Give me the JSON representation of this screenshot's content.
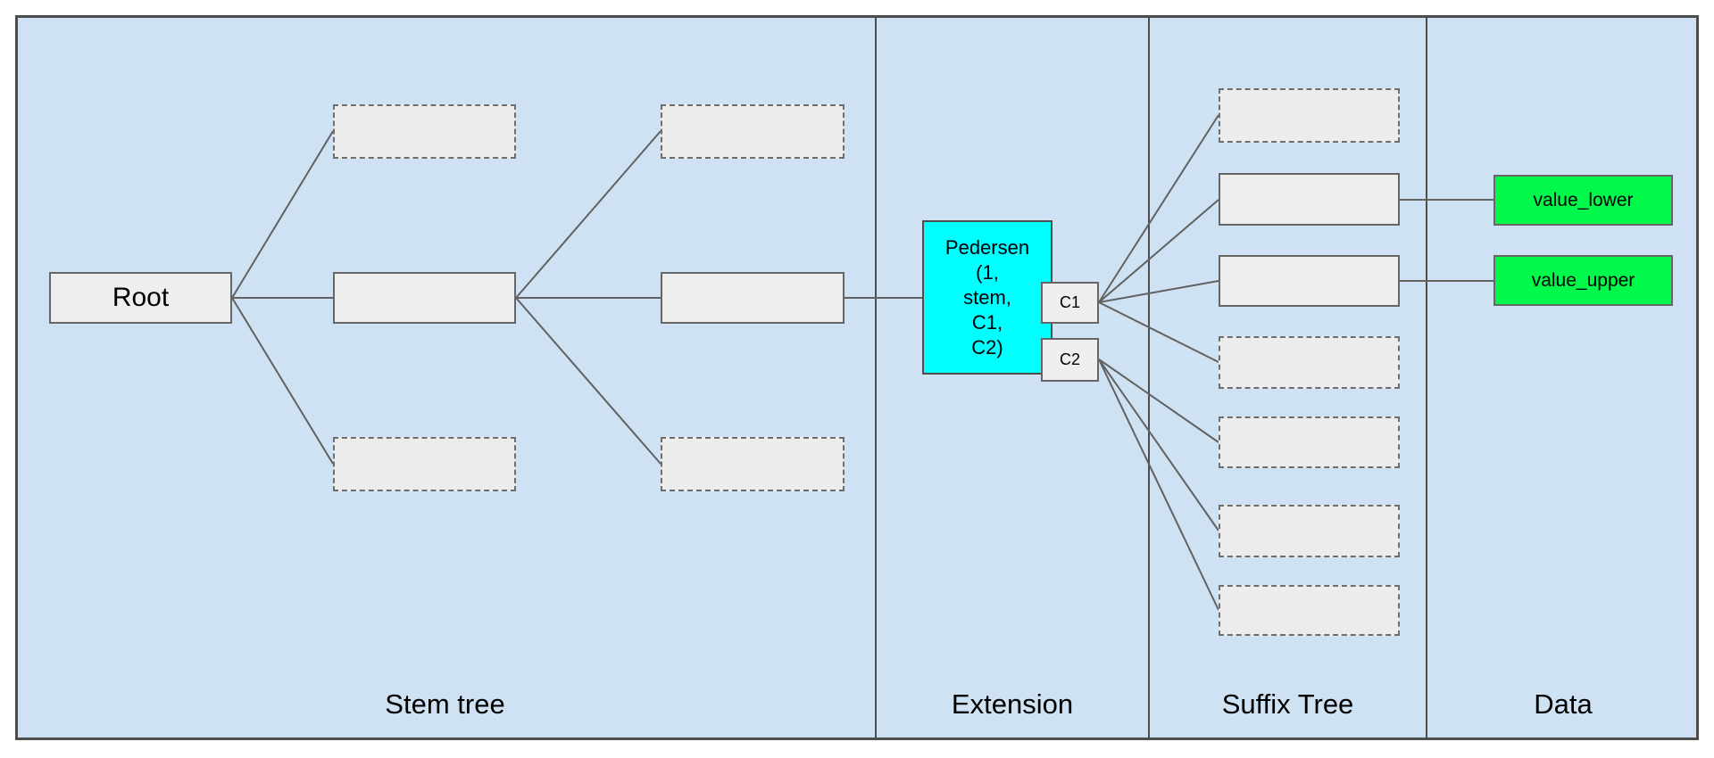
{
  "diagram": {
    "sections": [
      {
        "id": "stem-tree",
        "label": "Stem tree"
      },
      {
        "id": "extension",
        "label": "Extension"
      },
      {
        "id": "suffix-tree",
        "label": "Suffix Tree"
      },
      {
        "id": "data",
        "label": "Data"
      }
    ],
    "nodes": {
      "root": {
        "label": "Root"
      },
      "pedersen": {
        "label": "Pedersen\n(1,\nstem,\nC1,\nC2)"
      },
      "c1": {
        "label": "C1"
      },
      "c2": {
        "label": "C2"
      },
      "value_lower": {
        "label": "value_lower"
      },
      "value_upper": {
        "label": "value_upper"
      }
    },
    "placeholder_counts": {
      "stem_tree": 4,
      "suffix_tree": 5
    },
    "colors": {
      "canvas-bg": "#ffffff",
      "panel-bg": "#cfe2f3",
      "frame-stroke": "#4d4d4d",
      "node-fill": "#eeeeee",
      "node-stroke": "#666666",
      "dashed-stroke": "#6e6e6e",
      "edge-stroke": "#616161",
      "cyan": "#00ffff",
      "green": "#00f94b",
      "text": "#000000"
    }
  }
}
